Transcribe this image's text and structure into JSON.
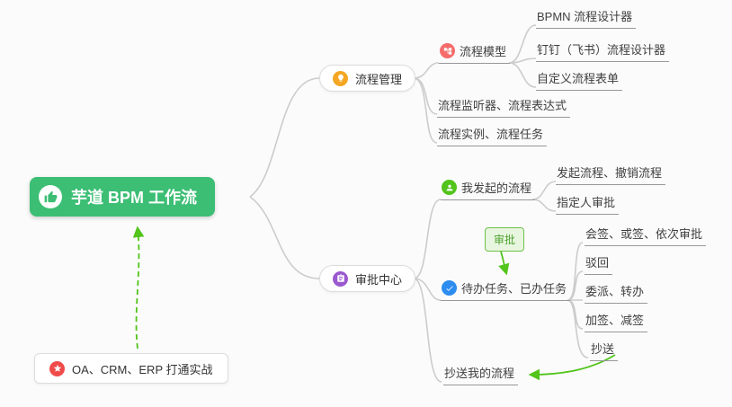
{
  "colors": {
    "root_bg": "#3cbe74",
    "connector_gray": "#cccccc",
    "arrow_green": "#52c41a",
    "badge_border": "#6fbf4a",
    "badge_bg": "#e8f6df",
    "icon_orange": "#f5a623",
    "icon_red": "#f56c6c",
    "icon_green": "#52c41a",
    "icon_blue": "#2d8cf0",
    "icon_purple": "#9b59d0",
    "icon_star_red": "#f04b4b"
  },
  "mindmap": {
    "root": {
      "label": "芋道 BPM 工作流",
      "icon": "thumbs-up-icon"
    },
    "process_management": {
      "label": "流程管理",
      "icon": "lightbulb-icon",
      "process_model": {
        "label": "流程模型",
        "icon": "flow-model-icon",
        "children": [
          "BPMN 流程设计器",
          "钉钉（飞书）流程设计器",
          "自定义流程表单"
        ]
      },
      "listener": "流程监听器、流程表达式",
      "instance": "流程实例、流程任务"
    },
    "approval_center": {
      "label": "审批中心",
      "icon": "clipboard-icon",
      "my_processes": {
        "label": "我发起的流程",
        "icon": "user-icon",
        "children": [
          "发起流程、撤销流程",
          "指定人审批"
        ]
      },
      "tasks": {
        "label": "待办任务、已办任务",
        "icon": "check-icon",
        "children": [
          "会签、或签、依次审批",
          "驳回",
          "委派、转办",
          "加签、减签",
          "抄送"
        ]
      },
      "cc": "抄送我的流程"
    },
    "approve_badge": "审批",
    "footnote": {
      "label": "OA、CRM、ERP 打通实战",
      "icon": "star-icon"
    }
  }
}
